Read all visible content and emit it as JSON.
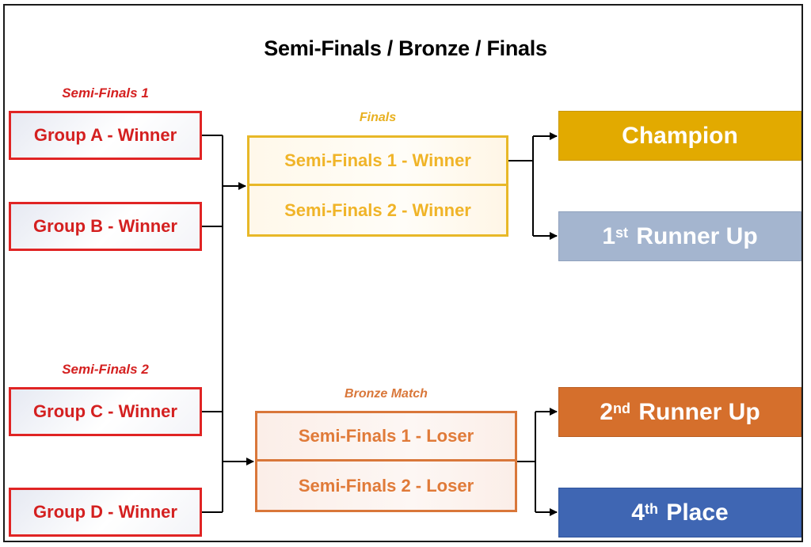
{
  "title": "Semi-Finals / Bronze / Finals",
  "semi_finals": [
    {
      "label": "Semi-Finals 1",
      "teams": [
        "Group A - Winner",
        "Group B - Winner"
      ]
    },
    {
      "label": "Semi-Finals 2",
      "teams": [
        "Group C - Winner",
        "Group D - Winner"
      ]
    }
  ],
  "finals": {
    "label": "Finals",
    "slots": [
      "Semi-Finals 1 - Winner",
      "Semi-Finals 2 - Winner"
    ]
  },
  "bronze": {
    "label": "Bronze Match",
    "slots": [
      "Semi-Finals 1 - Loser",
      "Semi-Finals 2 - Loser"
    ]
  },
  "results": [
    {
      "base": "",
      "sup": "",
      "text": "Champion",
      "color": "#e2aa00"
    },
    {
      "base": "1",
      "sup": "st",
      "text": " Runner Up",
      "color": "#a4b5cf"
    },
    {
      "base": "2",
      "sup": "nd",
      "text": " Runner Up",
      "color": "#d56f2c"
    },
    {
      "base": "4",
      "sup": "th",
      "text": " Place",
      "color": "#3f66b3"
    }
  ],
  "colors": {
    "semi_red": "#e02424",
    "finals_gold": "#e8b828",
    "bronze_orange": "#d9773a",
    "connector": "#000000"
  }
}
